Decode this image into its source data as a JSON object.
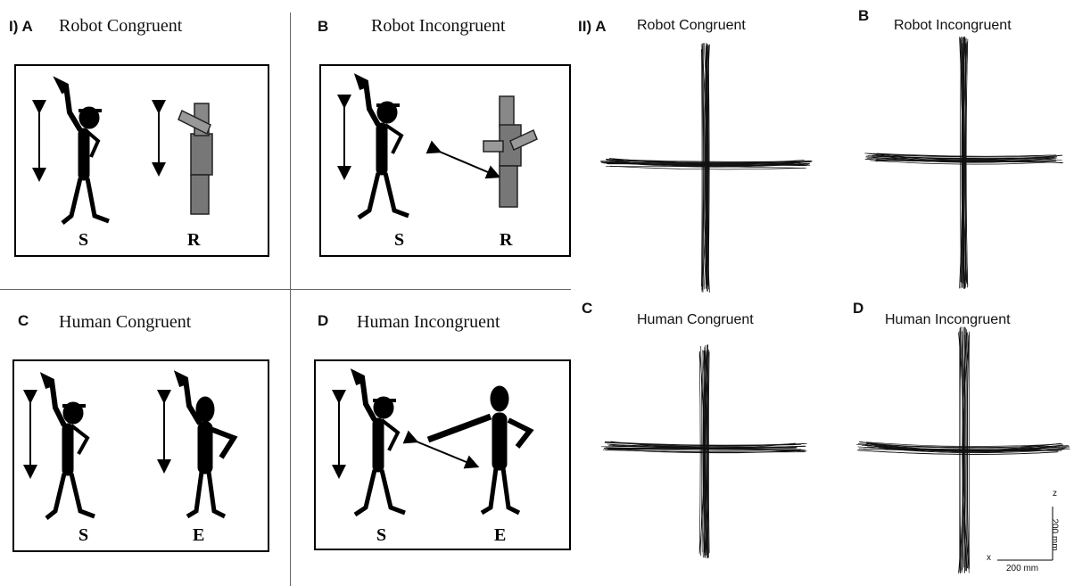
{
  "part_one": {
    "label": "I) A",
    "panels": {
      "a": {
        "title": "Robot Congruent",
        "left_label": "S",
        "right_label": "R"
      },
      "b": {
        "letter": "B",
        "title": "Robot Incongruent",
        "left_label": "S",
        "right_label": "R"
      },
      "c": {
        "letter": "C",
        "title": "Human Congruent",
        "left_label": "S",
        "right_label": "E"
      },
      "d": {
        "letter": "D",
        "title": "Human Incongruent",
        "left_label": "S",
        "right_label": "E"
      }
    }
  },
  "part_two": {
    "label": "II) A",
    "panels": {
      "a": {
        "title": "Robot Congruent"
      },
      "b": {
        "letter": "B",
        "title": "Robot Incongruent"
      },
      "c": {
        "letter": "C",
        "title": "Human Congruent"
      },
      "d": {
        "letter": "D",
        "title": "Human Incongruent"
      }
    },
    "scale": {
      "x_axis": "x",
      "z_axis": "z",
      "horizontal": "200 mm",
      "vertical": "200 mm"
    }
  }
}
